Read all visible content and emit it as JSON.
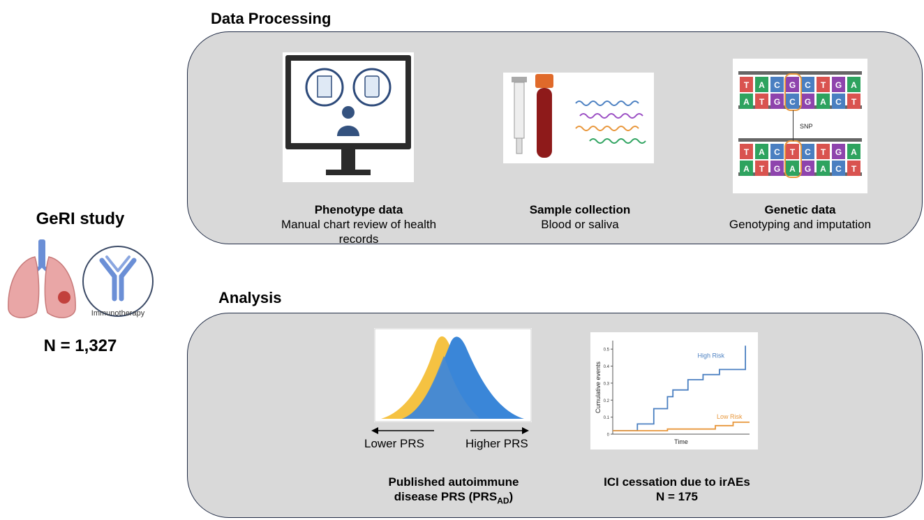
{
  "study": {
    "title": "GeRI study",
    "immunotherapy_label": "Immunotherapy",
    "n_label": "N = 1,327"
  },
  "data_processing": {
    "title": "Data Processing",
    "phenotype": {
      "title": "Phenotype data",
      "subtitle": "Manual chart review of health records"
    },
    "sample": {
      "title": "Sample collection",
      "subtitle": "Blood or saliva"
    },
    "genetic": {
      "title": "Genetic data",
      "subtitle": "Genotyping and imputation",
      "snp_label": "SNP",
      "strand_top_1": [
        "T",
        "A",
        "C",
        "G",
        "C",
        "T",
        "G",
        "A"
      ],
      "strand_top_2": [
        "A",
        "T",
        "G",
        "C",
        "G",
        "A",
        "C",
        "T"
      ],
      "strand_bot_1": [
        "T",
        "A",
        "C",
        "T",
        "C",
        "T",
        "G",
        "A"
      ],
      "strand_bot_2": [
        "A",
        "T",
        "G",
        "A",
        "G",
        "A",
        "C",
        "T"
      ]
    }
  },
  "analysis": {
    "title": "Analysis",
    "prs": {
      "title_line1": "Published autoimmune",
      "title_line2": "disease PRS (PRS",
      "title_sub": "AD",
      "title_end": ")",
      "lower_label": "Lower PRS",
      "higher_label": "Higher PRS"
    },
    "ici": {
      "title": "ICI cessation due to irAEs",
      "n_label": "N = 175"
    }
  },
  "chart_data": {
    "type": "line",
    "xlabel": "Time",
    "ylabel": "Cumulative events",
    "y_ticks": [
      "0",
      "0.1",
      "0.2",
      "0.3",
      "0.4",
      "0.5"
    ],
    "ylim": [
      0,
      0.55
    ],
    "series": [
      {
        "name": "High Risk",
        "color": "#4a7fc1",
        "points": [
          [
            0,
            0.02
          ],
          [
            0.18,
            0.02
          ],
          [
            0.18,
            0.06
          ],
          [
            0.3,
            0.06
          ],
          [
            0.3,
            0.15
          ],
          [
            0.4,
            0.15
          ],
          [
            0.4,
            0.22
          ],
          [
            0.44,
            0.22
          ],
          [
            0.44,
            0.26
          ],
          [
            0.55,
            0.26
          ],
          [
            0.55,
            0.32
          ],
          [
            0.66,
            0.32
          ],
          [
            0.66,
            0.35
          ],
          [
            0.78,
            0.35
          ],
          [
            0.78,
            0.38
          ],
          [
            0.97,
            0.38
          ],
          [
            0.97,
            0.52
          ]
        ]
      },
      {
        "name": "Low Risk",
        "color": "#e8963a",
        "points": [
          [
            0,
            0.02
          ],
          [
            0.4,
            0.02
          ],
          [
            0.4,
            0.03
          ],
          [
            0.75,
            0.03
          ],
          [
            0.75,
            0.05
          ],
          [
            0.88,
            0.05
          ],
          [
            0.88,
            0.07
          ],
          [
            1,
            0.07
          ]
        ]
      }
    ]
  },
  "colors": {
    "panel": "#d9d9d9",
    "panel_border": "#1f2a44",
    "high_risk": "#4a7fc1",
    "low_risk": "#e8963a",
    "prs_yellow": "#f5c242",
    "prs_blue": "#3a86d8"
  }
}
